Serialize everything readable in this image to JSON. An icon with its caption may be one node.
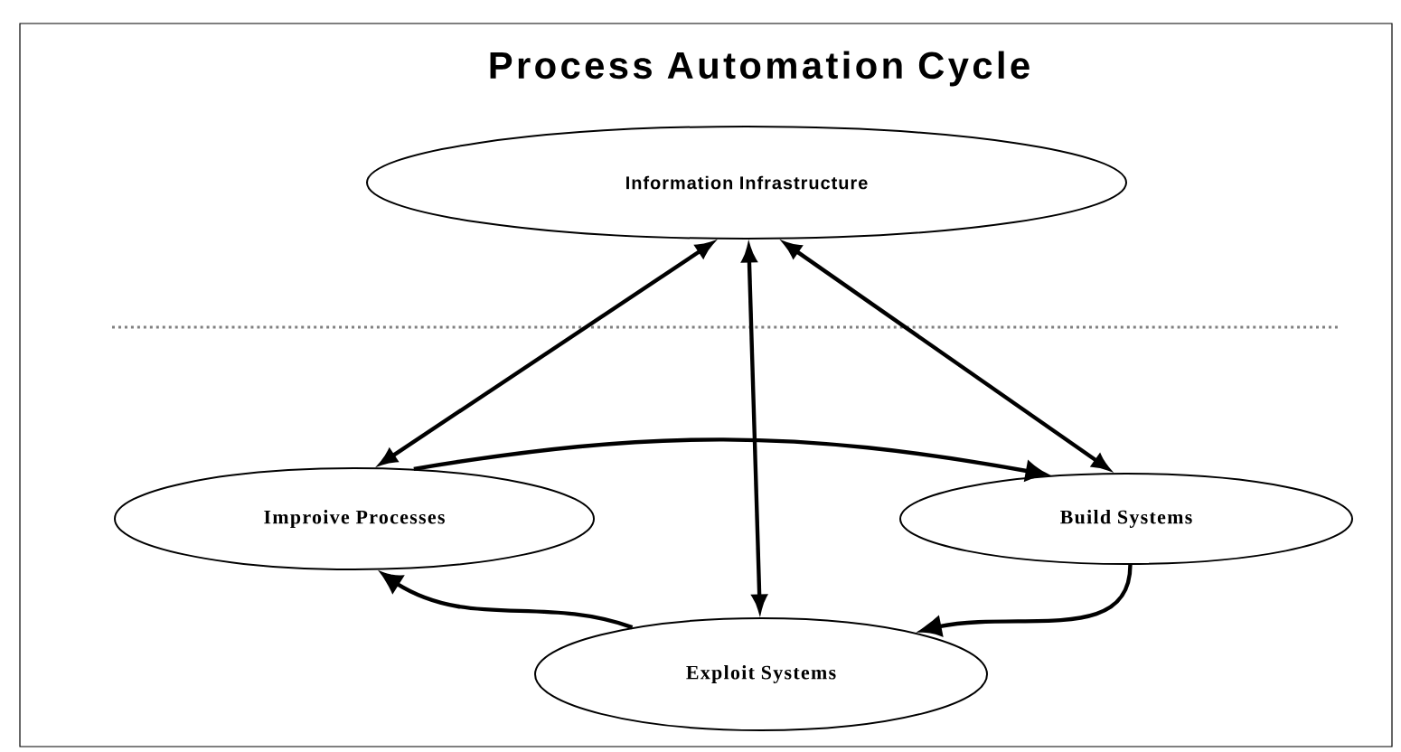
{
  "diagram": {
    "title": "Process Automation Cycle",
    "nodes": [
      {
        "text": [
          "Information Infrastructure"
        ]
      },
      {
        "text": [
          "Improive Processes"
        ]
      },
      {
        "text": [
          "Build Systems"
        ]
      },
      {
        "text": [
          "Exploit Systems"
        ]
      }
    ],
    "edges": [
      {
        "from": 0,
        "to": 1,
        "arrow": "both"
      },
      {
        "from": 0,
        "to": 3,
        "arrow": "both"
      },
      {
        "from": 0,
        "to": 2,
        "arrow": "both"
      },
      {
        "from": 1,
        "to": 2,
        "arrow": "to"
      },
      {
        "from": 2,
        "to": 3,
        "arrow": "to"
      },
      {
        "from": 3,
        "to": 1,
        "arrow": "to"
      }
    ]
  }
}
